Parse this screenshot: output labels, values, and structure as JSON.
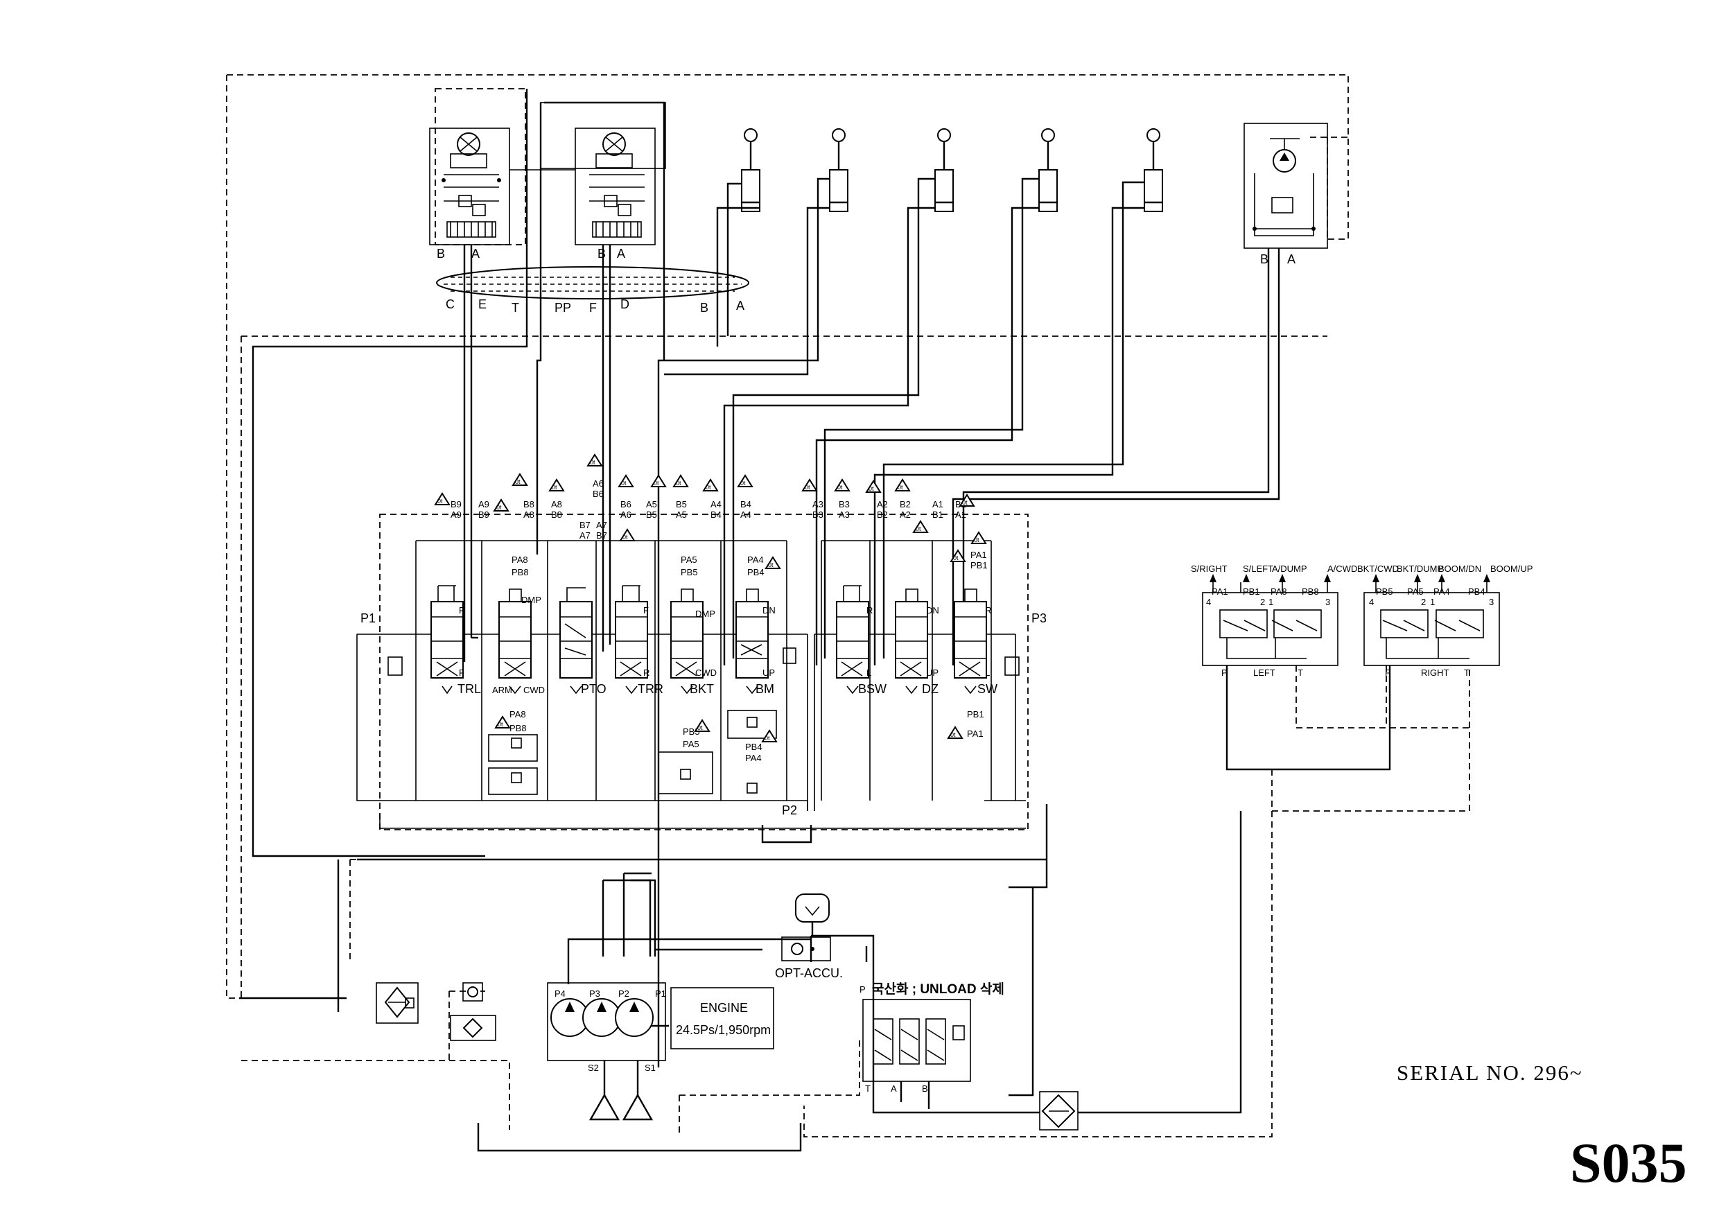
{
  "top_port_labels": [
    "C",
    "E",
    "T",
    "PP",
    "F",
    "D",
    "B",
    "A"
  ],
  "pilot_valve_ports": {
    "left": [
      "B",
      "A"
    ],
    "right": [
      "B",
      "A"
    ],
    "swing_motor": [
      "B",
      "A"
    ]
  },
  "control_valve_ports": {
    "p1": "P1",
    "p2": "P2",
    "p3": "P3"
  },
  "section_labels": [
    "TRL",
    "ARM",
    "CWD",
    "PTO",
    "TRR",
    "BKT",
    "BM",
    "BSW",
    "DZ",
    "SW"
  ],
  "section_top_labels": [
    "R",
    "DMP",
    "F",
    "DMP",
    "DN",
    "R",
    "DN",
    "R",
    "F",
    "R",
    "CWD",
    "UP",
    "L",
    "UP",
    "L"
  ],
  "work_port_labels": [
    {
      "top": "B9",
      "bottom": "A9"
    },
    {
      "top": "A9",
      "bottom": "B9"
    },
    {
      "top": "B8",
      "bottom": "A8"
    },
    {
      "top": "A8",
      "bottom": "B8"
    },
    {
      "top": "A6",
      "bottom": "B6"
    },
    {
      "top": "B7",
      "bottom": "A7"
    },
    {
      "top": "A7",
      "bottom": "B7"
    },
    {
      "top": "B6",
      "bottom": "A6"
    },
    {
      "top": "A5",
      "bottom": "B5"
    },
    {
      "top": "B5",
      "bottom": "A5"
    },
    {
      "top": "A4",
      "bottom": "B4"
    },
    {
      "top": "B4",
      "bottom": "A4"
    },
    {
      "top": "A3",
      "bottom": "B3"
    },
    {
      "top": "B3",
      "bottom": "A3"
    },
    {
      "top": "A2",
      "bottom": "B2"
    },
    {
      "top": "B2",
      "bottom": "A2"
    },
    {
      "top": "A1",
      "bottom": "B1"
    },
    {
      "top": "B1",
      "bottom": "A1"
    }
  ],
  "pilot_port_labels": [
    "PA8",
    "PB8",
    "PA5",
    "PB5",
    "PA4",
    "PB4",
    "PA1",
    "PB1",
    "PA8",
    "PB8",
    "PB5",
    "PA5",
    "PB4",
    "PA4",
    "PB1",
    "PA1"
  ],
  "relief_tag": "0t",
  "joystick_left": {
    "group_label": "LEFT",
    "outputs": [
      "S/RIGHT",
      "S/LEFT",
      "A/DUMP",
      "A/CWD"
    ],
    "ports": [
      "PA1",
      "PB1",
      "PA8",
      "PB8"
    ],
    "numbers": [
      "4",
      "2",
      "1",
      "3"
    ],
    "pt": [
      "P",
      "T"
    ]
  },
  "joystick_right": {
    "group_label": "RIGHT",
    "outputs": [
      "BKT/CWD",
      "BKT/DUMP",
      "BOOM/DN",
      "BOOM/UP"
    ],
    "ports": [
      "PB5",
      "PA5",
      "PA4",
      "PB4"
    ],
    "numbers": [
      "4",
      "2",
      "1",
      "3"
    ],
    "pt": [
      "P",
      "T"
    ]
  },
  "accumulator_label": "OPT-ACCU.",
  "unload_label": "국산화 ; UNLOAD 삭제",
  "unload_ports": [
    "P",
    "T",
    "A",
    "B"
  ],
  "pump_labels": [
    "P4",
    "P3",
    "P2",
    "P1"
  ],
  "suction_labels": [
    "S2",
    "S1"
  ],
  "engine": {
    "title": "ENGINE",
    "spec": "24.5Ps/1,950rpm"
  },
  "serial": "SERIAL NO. 296~",
  "model": "S035"
}
